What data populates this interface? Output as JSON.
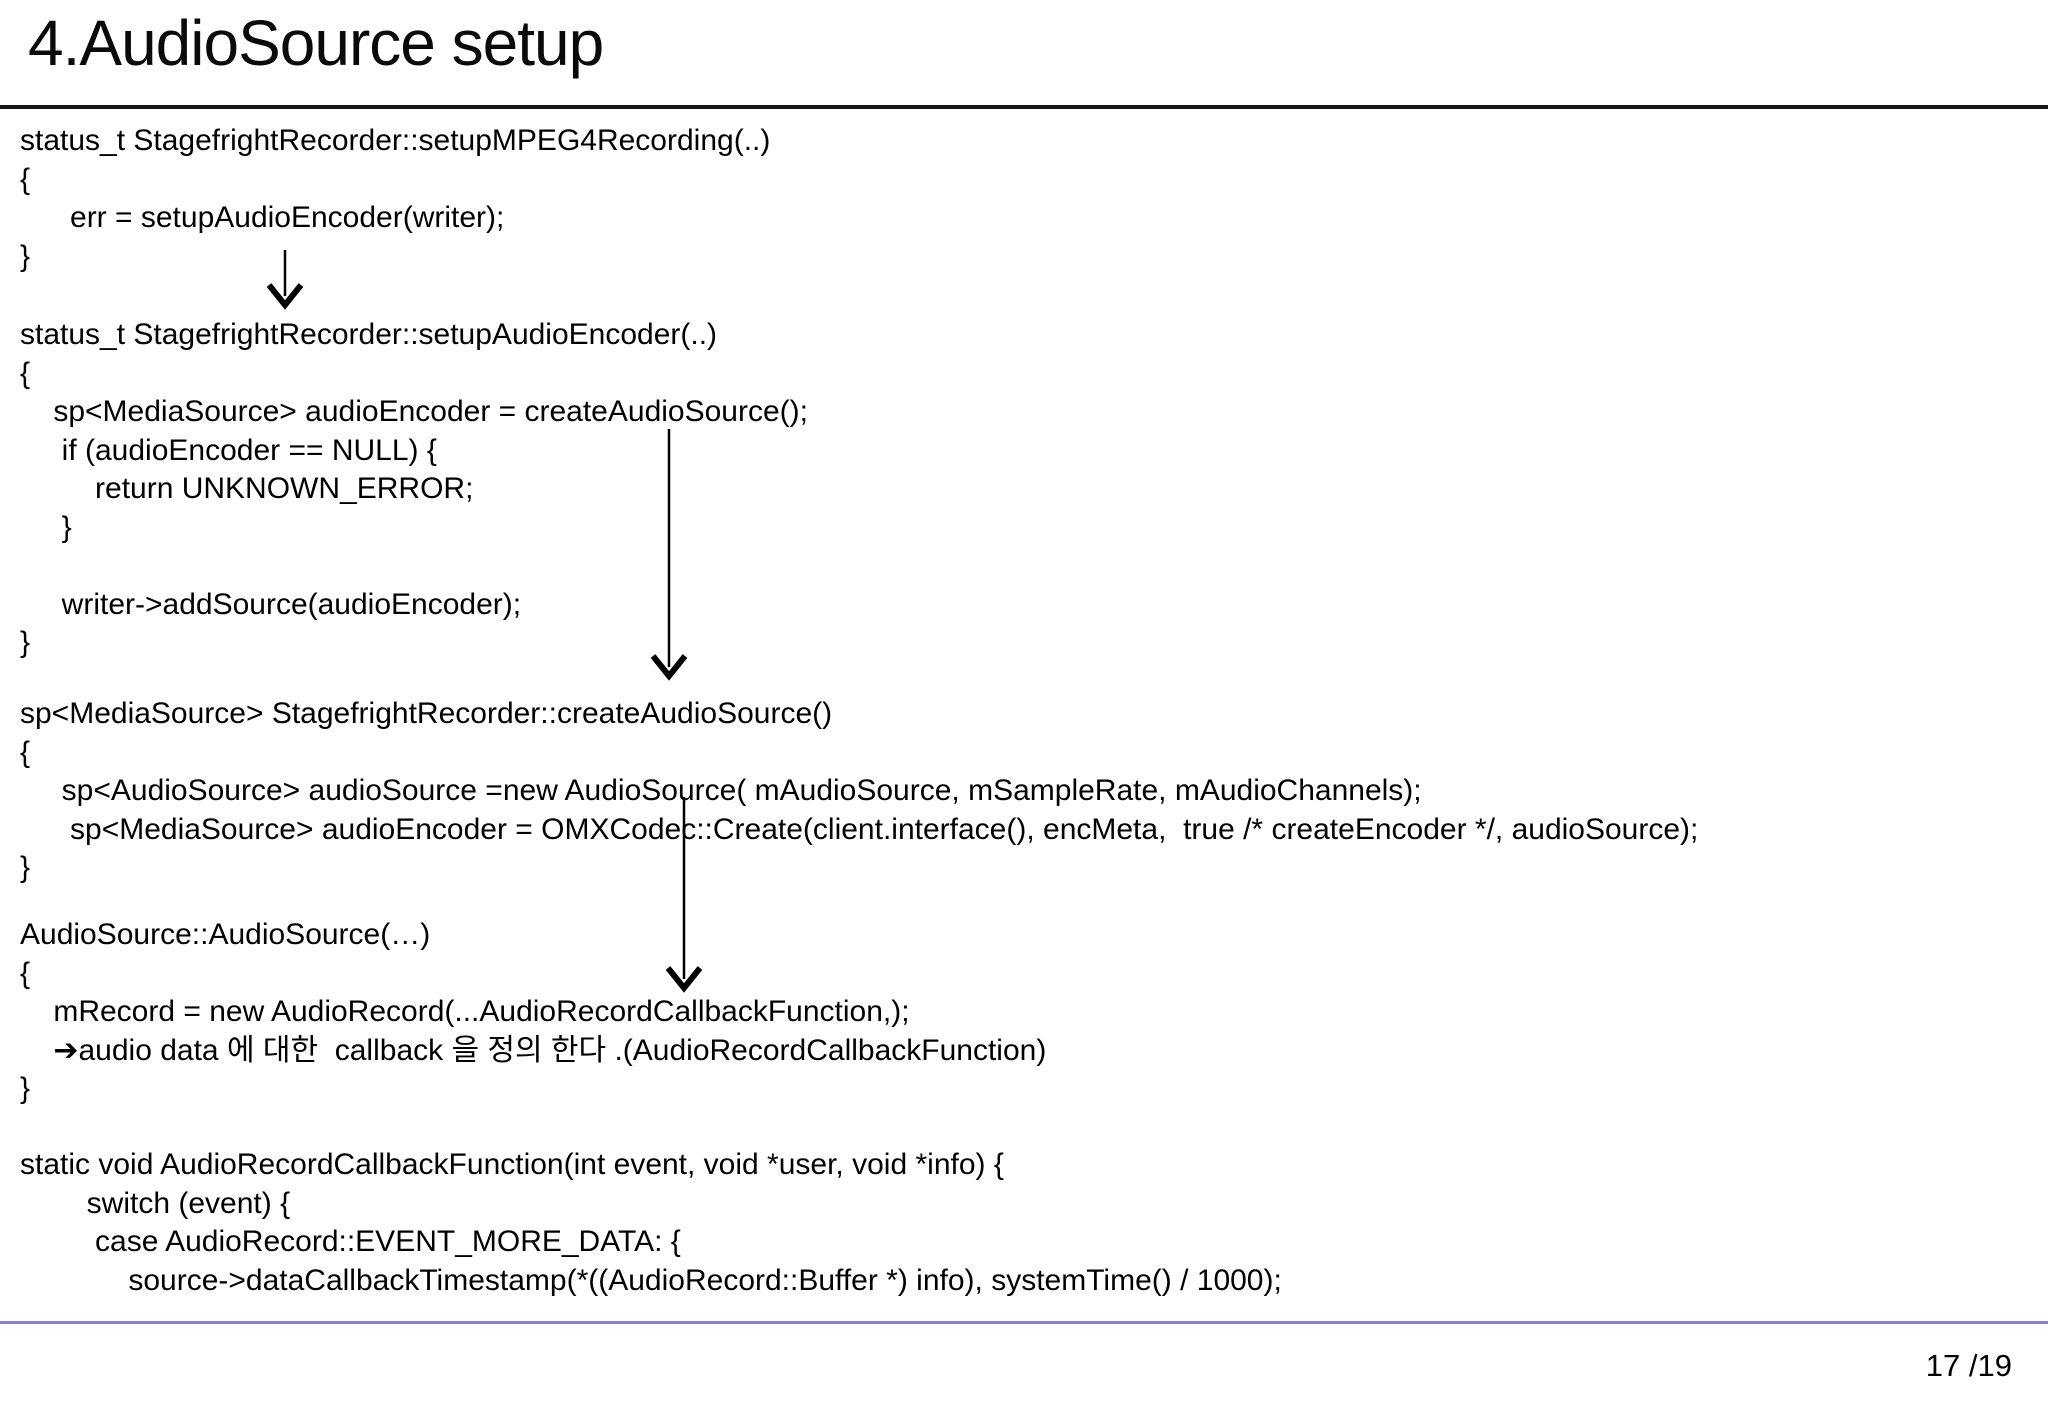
{
  "slide": {
    "title": "4.AudioSource setup",
    "page_number": "17 /19",
    "colors": {
      "background": "#ffffff",
      "text": "#000000",
      "title_rule": "#161616",
      "footer_rule": "#8a82c8"
    }
  },
  "icons": {
    "flow_arrow": "down-arrow",
    "annotation_bullet": "➔"
  },
  "code_blocks": [
    {
      "label": "setupMPEG4Recording",
      "lines": [
        "status_t StagefrightRecorder::setupMPEG4Recording(..)",
        "{",
        "      err = setupAudioEncoder(writer);",
        "}"
      ]
    },
    {
      "label": "setupAudioEncoder",
      "lines": [
        "status_t StagefrightRecorder::setupAudioEncoder(..)",
        "{",
        "    sp<MediaSource> audioEncoder = createAudioSource();",
        "     if (audioEncoder == NULL) {",
        "         return UNKNOWN_ERROR;",
        "     }",
        "",
        "     writer->addSource(audioEncoder);",
        "}"
      ]
    },
    {
      "label": "createAudioSource",
      "lines": [
        "sp<MediaSource> StagefrightRecorder::createAudioSource()",
        "{",
        "     sp<AudioSource> audioSource =new AudioSource( mAudioSource, mSampleRate, mAudioChannels);",
        "      sp<MediaSource> audioEncoder = OMXCodec::Create(client.interface(), encMeta,  true /* createEncoder */, audioSource);",
        "}"
      ]
    },
    {
      "label": "AudioSource-constructor",
      "lines": [
        "AudioSource::AudioSource(…)",
        "{",
        "    mRecord = new AudioRecord(...AudioRecordCallbackFunction,);",
        "    ➔audio data 에 대한  callback 을 정의 한다 .(AudioRecordCallbackFunction)",
        "}"
      ]
    },
    {
      "label": "AudioRecordCallbackFunction",
      "lines": [
        "static void AudioRecordCallbackFunction(int event, void *user, void *info) {",
        "        switch (event) {",
        "         case AudioRecord::EVENT_MORE_DATA: {",
        "             source->dataCallbackTimestamp(*((AudioRecord::Buffer *) info), systemTime() / 1000);"
      ]
    }
  ]
}
